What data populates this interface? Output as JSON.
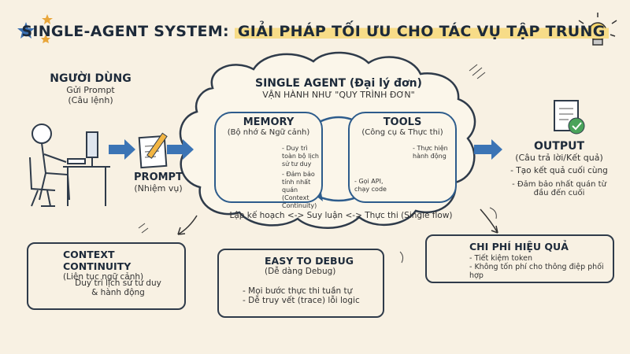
{
  "title": {
    "prefix": "SINGLE-AGENT SYSTEM:",
    "highlight": "GIẢI PHÁP TỐI ƯU CHO TÁC VỤ TẬP TRUNG"
  },
  "user": {
    "title": "NGƯỜI DÙNG",
    "line1": "Gửi Prompt",
    "line2": "(Câu lệnh)"
  },
  "prompt": {
    "title": "PROMPT",
    "subtitle": "(Nhiệm vụ)"
  },
  "agent": {
    "title": "SINGLE AGENT (Đại lý đơn)",
    "subtitle": "VẬN HÀNH NHƯ \"QUY TRÌNH ĐƠN\"",
    "flow": "Lập kế hoạch <-> Suy luận <-> Thực thi (Single flow)"
  },
  "memory": {
    "title": "MEMORY",
    "subtitle": "(Bộ nhớ & Ngữ cảnh)",
    "bullet1": "Duy trì toàn bộ lịch sử tư duy",
    "bullet2": "Đảm bảo tính nhất quán (Context Continuity)"
  },
  "tools": {
    "title": "TOOLS",
    "subtitle": "(Công cụ & Thực thi)",
    "bullet1": "Thực hiện hành động",
    "bullet2": "Gọi API, chạy code"
  },
  "output": {
    "title": "OUTPUT",
    "subtitle": "(Câu trả lời/Kết quả)",
    "bullet1": "Tạo kết quả cuối cùng",
    "bullet2": "Đảm bảo nhất quán từ đầu đến cuối"
  },
  "context": {
    "title": "CONTEXT CONTINUITY",
    "subtitle": "(Liên tục ngữ cảnh)",
    "bullet1": "Duy trì lịch sử tư duy",
    "bullet2": "& hành động"
  },
  "debug": {
    "title": "EASY TO DEBUG",
    "subtitle": "(Dễ dàng Debug)",
    "bullet1": "Mọi bước thực thi tuần tự",
    "bullet2": "Dễ truy vết (trace) lỗi logic"
  },
  "cost": {
    "title": "CHI PHÍ HIỆU QUẢ",
    "bullet1": "Tiết kiệm token",
    "bullet2": "Không tốn phí cho thông điệp phối hợp"
  },
  "colors": {
    "background": "#f8f1e3",
    "highlight": "#f7dc88",
    "arrow_blue": "#3b74b5",
    "cloud_outline": "#2f3b4a"
  }
}
